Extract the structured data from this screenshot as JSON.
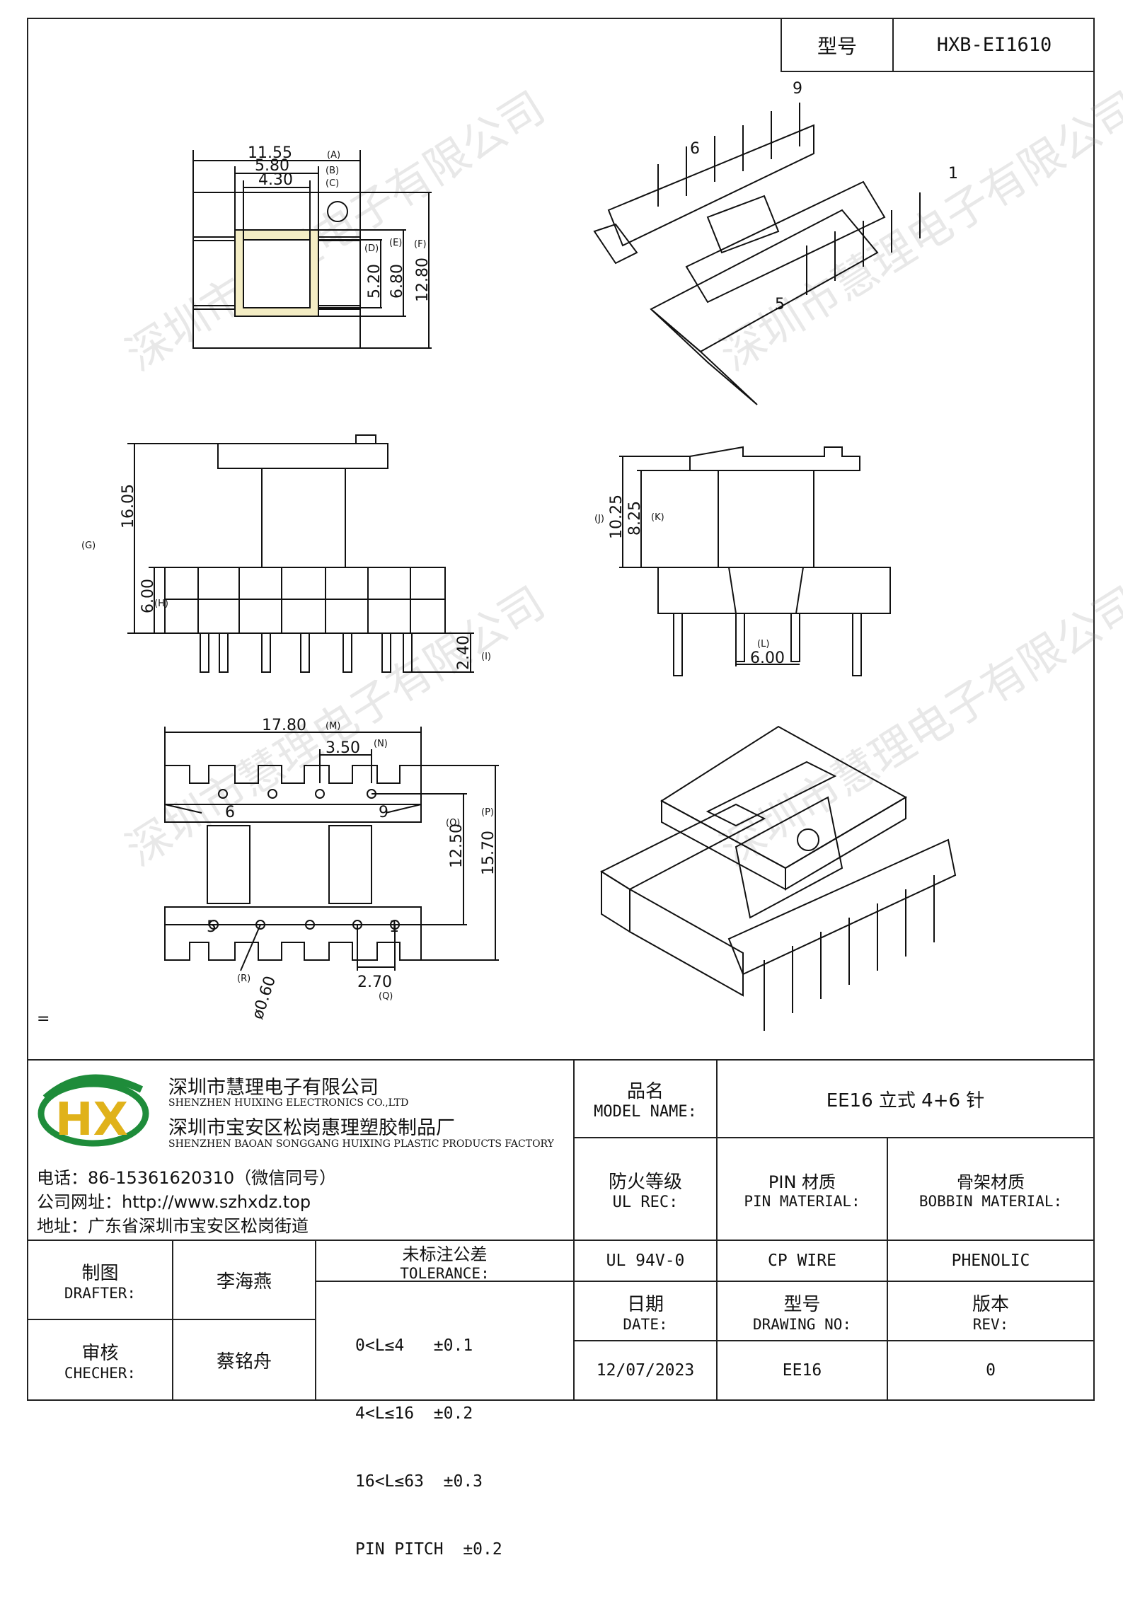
{
  "header": {
    "type_label": "型号",
    "type_value": "HXB-EI1610"
  },
  "drawings": {
    "top_view": {
      "dims": [
        "11.55",
        "5.80",
        "4.30",
        "5.20",
        "6.80",
        "12.80"
      ],
      "refs": [
        "(A)",
        "(B)",
        "(C)",
        "(D)",
        "(E)",
        "(F)"
      ]
    },
    "iso_top": {
      "pins": [
        "9",
        "6",
        "1",
        "5"
      ]
    },
    "side_view": {
      "dims": [
        "16.05",
        "6.00",
        "2.40"
      ],
      "refs": [
        "(G)",
        "(H)",
        "(I)"
      ]
    },
    "end_view": {
      "dims": [
        "10.25",
        "8.25",
        "6.00"
      ],
      "refs": [
        "(J)",
        "(K)",
        "(L)"
      ]
    },
    "bottom_view": {
      "dims": [
        "17.80",
        "3.50",
        "12.50",
        "15.70",
        "2.70",
        "ø0.60"
      ],
      "refs": [
        "(M)",
        "(N)",
        "(O)",
        "(P)",
        "(Q)",
        "(R)"
      ],
      "pins": [
        "6",
        "9",
        "5",
        "1"
      ]
    },
    "marker": "="
  },
  "company": {
    "logo_text": "HX",
    "name_cn": "深圳市慧理电子有限公司",
    "name_en": "SHENZHEN HUIXING ELECTRONICS CO.,LTD",
    "factory_cn": "深圳市宝安区松岗惠理塑胶制品厂",
    "factory_en": "SHENZHEN BAOAN SONGGANG HUIXING PLASTIC PRODUCTS FACTORY",
    "phone": "电话：86-15361620310（微信同号）",
    "website": "公司网址：http://www.szhxdz.top",
    "address": "地址：广东省深圳市宝安区松岗街道"
  },
  "title_block": {
    "model_name_cn": "品名",
    "model_name_en": "MODEL NAME:",
    "model_name_value": "EE16 立式 4+6 针",
    "ul_cn": "防火等级",
    "ul_en": "UL REC:",
    "pin_cn": "PIN 材质",
    "pin_en": "PIN MATERIAL:",
    "bobbin_cn": "骨架材质",
    "bobbin_en": "BOBBIN MATERIAL:",
    "ul_value": "UL 94V-0",
    "pin_value": "CP WIRE",
    "bobbin_value": "PHENOLIC",
    "date_cn": "日期",
    "date_en": "DATE:",
    "drawing_cn": "型号",
    "drawing_en": "DRAWING NO:",
    "rev_cn": "版本",
    "rev_en": "REV:",
    "date_value": "12/07/2023",
    "drawing_value": "EE16",
    "rev_value": "0",
    "drafter_cn": "制图",
    "drafter_en": "DRAFTER:",
    "drafter_value": "李海燕",
    "checker_cn": "审核",
    "checker_en": "CHECHER:",
    "checker_value": "蔡铭舟",
    "tolerance_cn": "未标注公差",
    "tolerance_en": "TOLERANCE:",
    "tolerances": [
      "0<L≤4   ±0.1",
      "4<L≤16  ±0.2",
      "16<L≤63  ±0.3",
      "PIN PITCH  ±0.2"
    ]
  },
  "watermark": "深圳市慧理电子有限公司"
}
